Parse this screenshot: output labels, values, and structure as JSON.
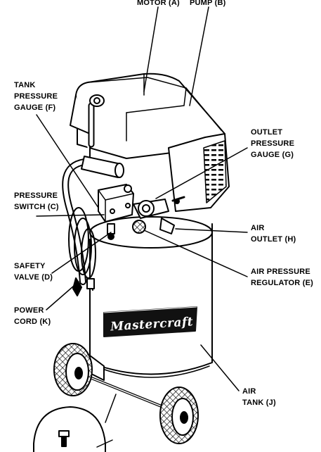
{
  "brand": "Mastercraft",
  "labels": {
    "motor": "MOTOR (A)",
    "pump": "PUMP (B)",
    "tank_gauge": [
      "TANK",
      "PRESSURE",
      "GAUGE (F)"
    ],
    "outlet_gauge": [
      "OUTLET",
      "PRESSURE",
      "GAUGE (G)"
    ],
    "pressure_switch": [
      "PRESSURE",
      "SWITCH (C)"
    ],
    "air_outlet": [
      "AIR",
      "OUTLET (H)"
    ],
    "safety_valve": [
      "SAFETY",
      "VALVE (D)"
    ],
    "regulator": [
      "AIR PRESSURE",
      "REGULATOR (E)"
    ],
    "power_cord": [
      "POWER",
      "CORD (K)"
    ],
    "air_tank": [
      "AIR",
      "TANK (J)"
    ]
  }
}
